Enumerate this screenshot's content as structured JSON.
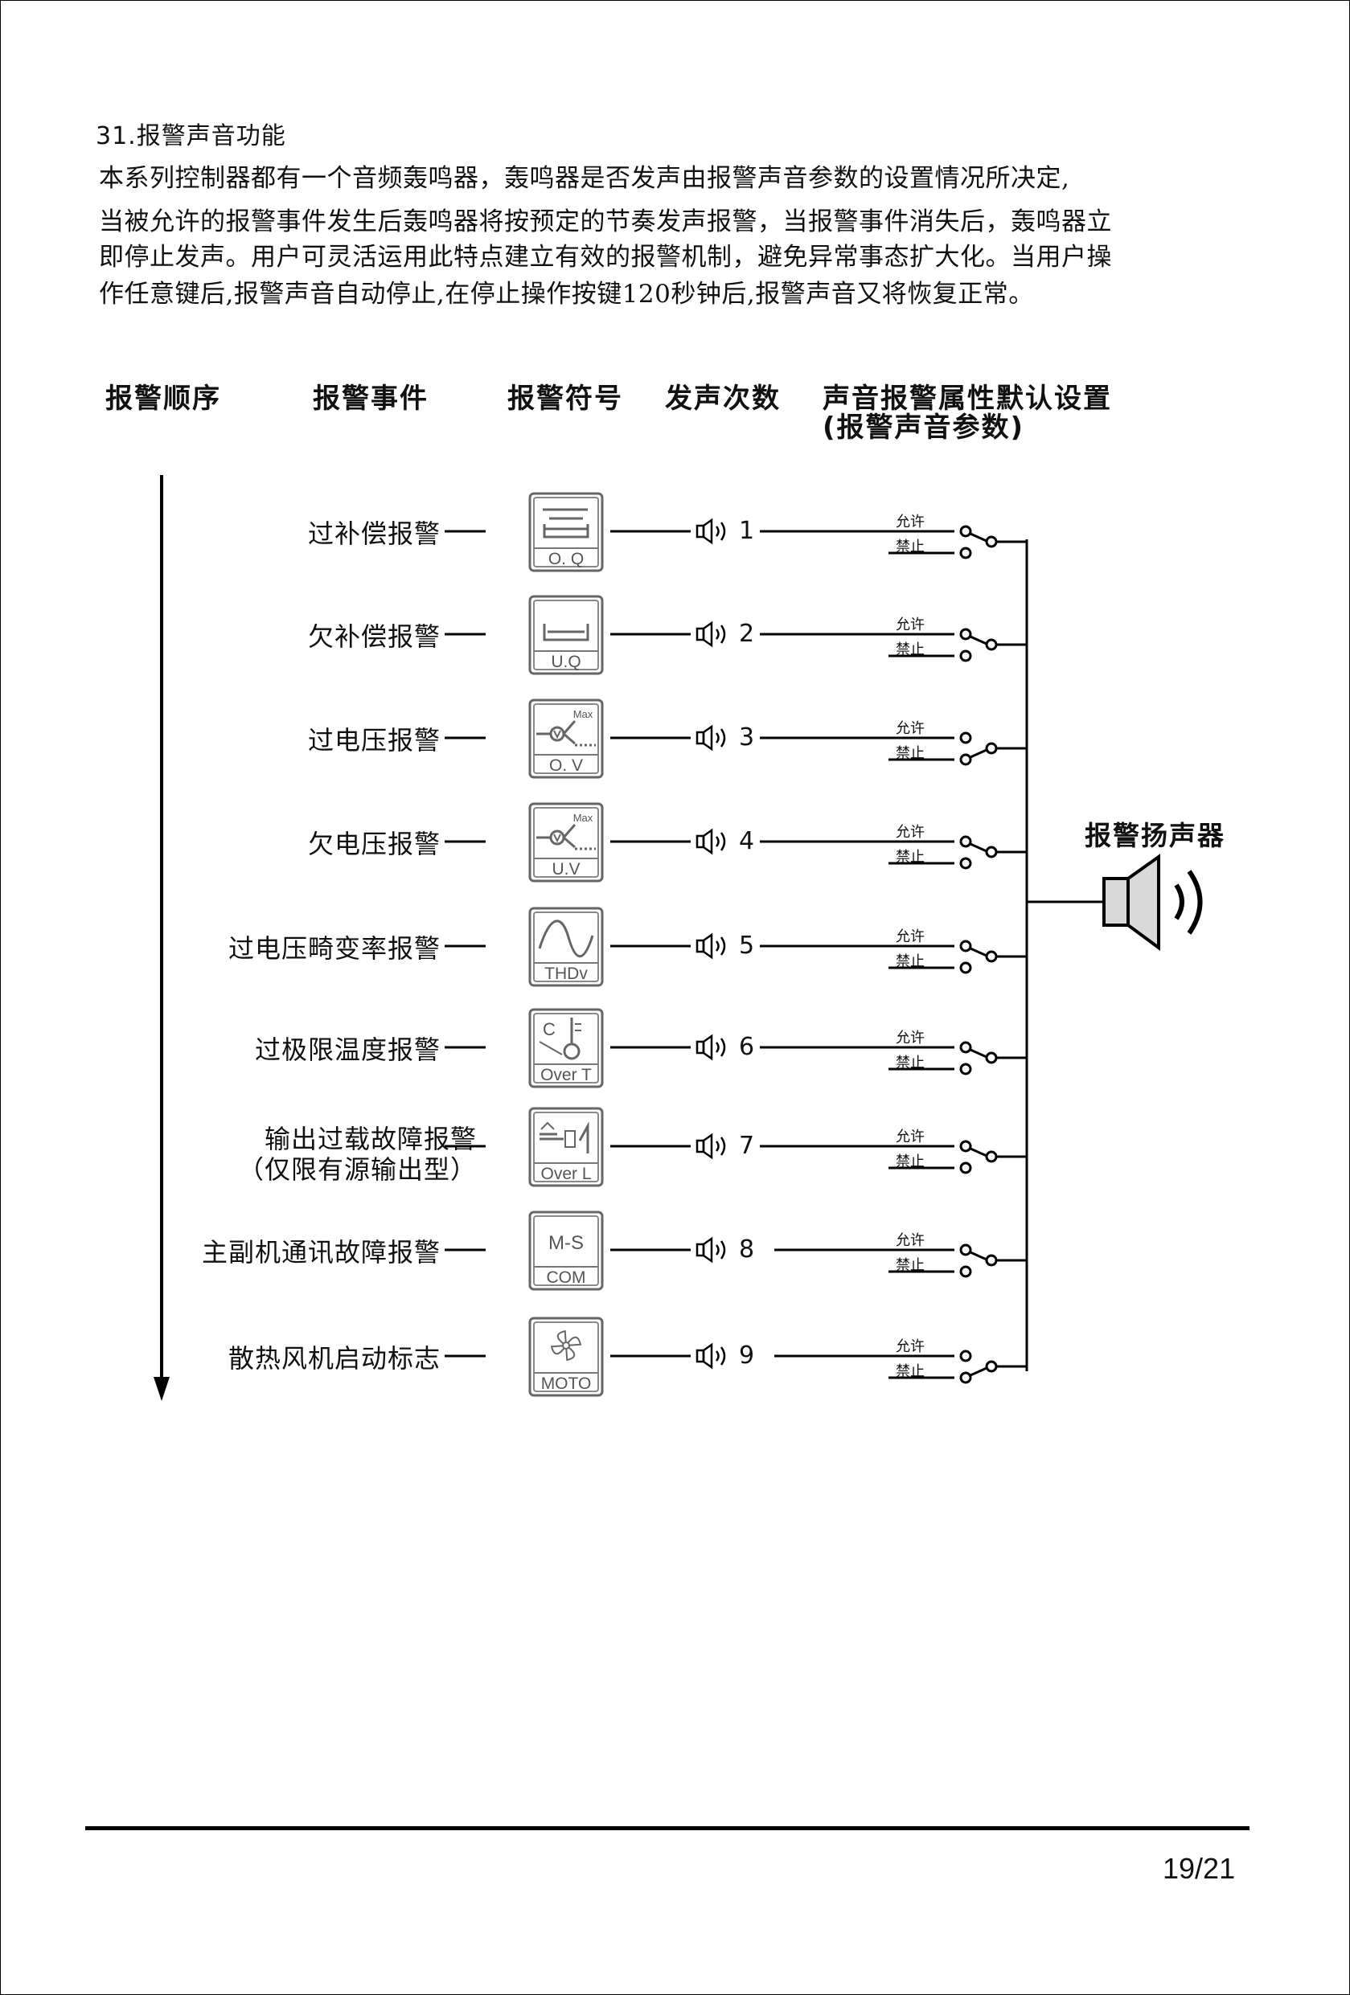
{
  "heading": "31.报警声音功能",
  "paragraph": [
    "本系列控制器都有一个音频轰鸣器，轰鸣器是否发声由报警声音参数的设置情况所决定,",
    "当被允许的报警事件发生后轰鸣器将按预定的节奏发声报警，当报警事件消失后，轰鸣器立",
    "即停止发声。用户可灵活运用此特点建立有效的报警机制，避免异常事态扩大化。当用户操",
    "作任意键后,报警声音自动停止,在停止操作按键120秒钟后,报警声音又将恢复正常。"
  ],
  "columns": {
    "order": "报警顺序",
    "event": "报警事件",
    "symbol": "报警符号",
    "count": "发声次数",
    "default_line1": "声音报警属性默认设置",
    "default_line2": "(报警声音参数)"
  },
  "switch_labels": {
    "allow": "允许",
    "forbid": "禁止"
  },
  "speaker_label": "报警扬声器",
  "alarms": [
    {
      "event": "过补偿报警",
      "event_line2": "",
      "symbol_text": "O.  Q",
      "symbol_icon": "over-compensation-icon",
      "count": "1",
      "default": "allow"
    },
    {
      "event": "欠补偿报警",
      "event_line2": "",
      "symbol_text": "U.Q",
      "symbol_icon": "under-compensation-icon",
      "count": "2",
      "default": "allow"
    },
    {
      "event": "过电压报警",
      "event_line2": "",
      "symbol_text": "O.  V",
      "symbol_icon": "over-voltage-icon",
      "count": "3",
      "default": "forbid"
    },
    {
      "event": "欠电压报警",
      "event_line2": "",
      "symbol_text": "U.V",
      "symbol_icon": "under-voltage-icon",
      "count": "4",
      "default": "allow"
    },
    {
      "event": "过电压畸变率报警",
      "event_line2": "",
      "symbol_text": "THDv",
      "symbol_icon": "thd-wave-icon",
      "count": "5",
      "default": "allow"
    },
    {
      "event": "过极限温度报警",
      "event_line2": "",
      "symbol_text": "Over T",
      "symbol_icon": "thermometer-icon",
      "count": "6",
      "default": "allow"
    },
    {
      "event": "输出过载故障报警",
      "event_line2": "（仅限有源输出型）",
      "symbol_text": "Over L",
      "symbol_icon": "overload-icon",
      "count": "7",
      "default": "allow"
    },
    {
      "event": "主副机通讯故障报警",
      "event_line2": "",
      "symbol_text": "COM",
      "symbol_icon": "master-slave-icon",
      "symbol_top": "M-S",
      "count": "8",
      "default": "allow"
    },
    {
      "event": "散热风机启动标志",
      "event_line2": "",
      "symbol_text": "MOTO",
      "symbol_icon": "fan-icon",
      "count": "9",
      "default": "forbid"
    }
  ],
  "max_label": "Max",
  "page_number": "19/21"
}
